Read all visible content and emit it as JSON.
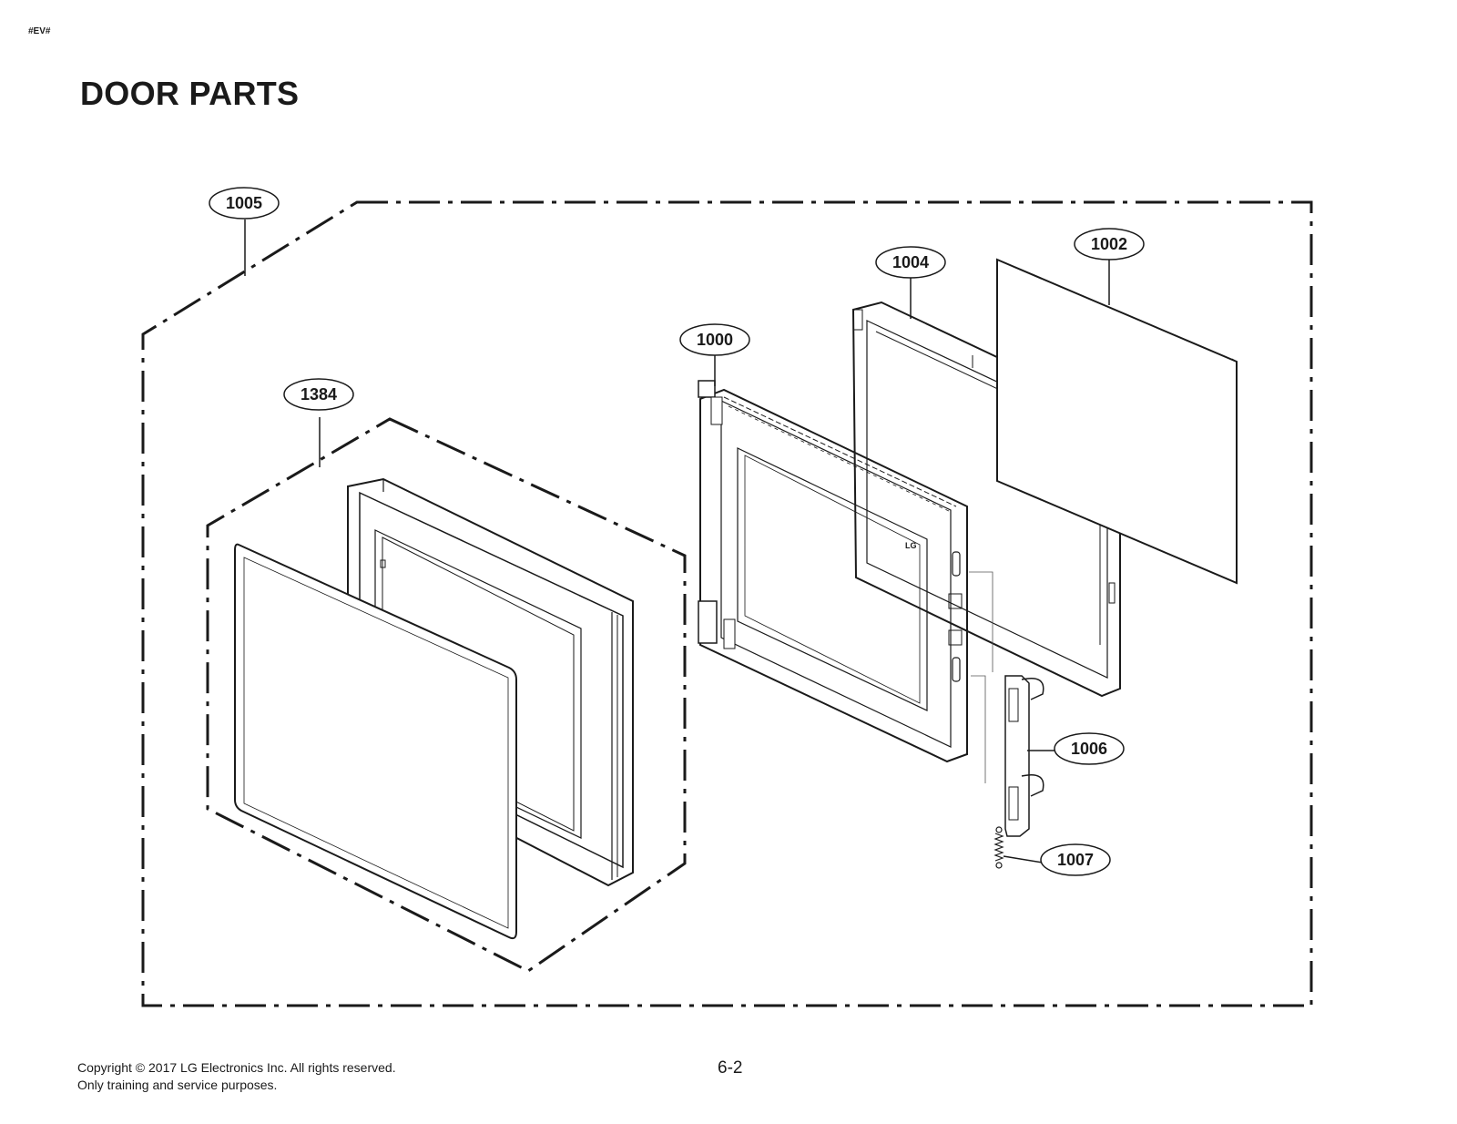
{
  "header": {
    "tag": "#EV#",
    "title": "DOOR PARTS"
  },
  "callouts": {
    "c1005": "1005",
    "c1002": "1002",
    "c1004": "1004",
    "c1000": "1000",
    "c1384": "1384",
    "c1006": "1006",
    "c1007": "1007"
  },
  "door_label": "LG",
  "footer": {
    "copyright": "Copyright © 2017 LG Electronics Inc. All rights reserved.",
    "purpose": "Only training and service purposes.",
    "page": "6-2"
  },
  "colors": {
    "ink": "#1a1a1a",
    "background": "#ffffff"
  }
}
